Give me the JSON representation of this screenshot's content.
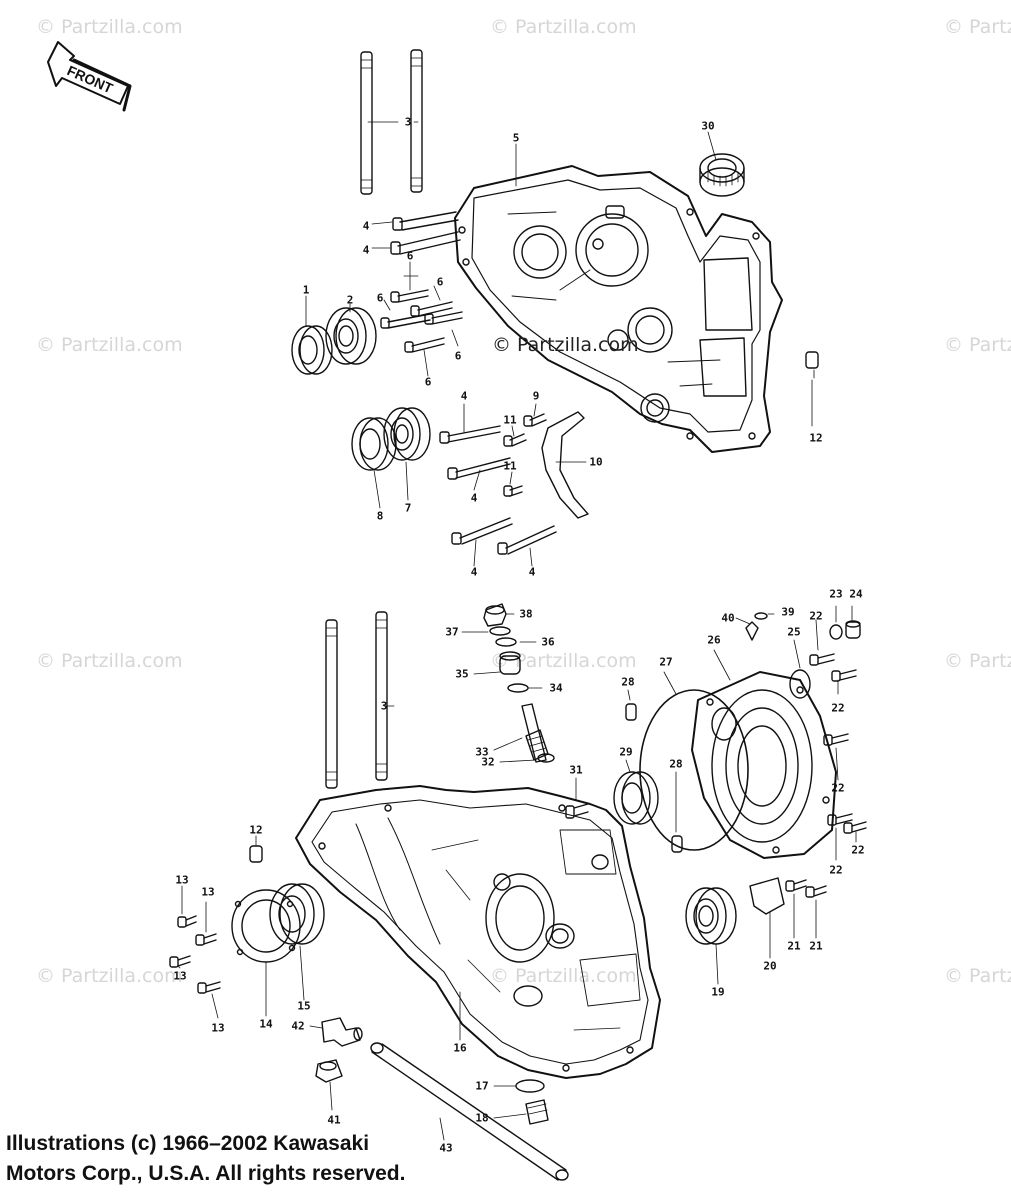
{
  "watermark": "© Partzilla.com",
  "watermark_center": "© Partzilla.com",
  "front_label": "FRONT",
  "copyright": {
    "line1": "Illustrations (c) 1966–2002 Kawasaki",
    "line2": "Motors Corp., U.S.A.  All rights reserved."
  },
  "callouts": [
    {
      "id": "c3a",
      "text": "3"
    },
    {
      "id": "c5",
      "text": "5"
    },
    {
      "id": "c30",
      "text": "30"
    },
    {
      "id": "c4a",
      "text": "4"
    },
    {
      "id": "c4b",
      "text": "4"
    },
    {
      "id": "c6a",
      "text": "6"
    },
    {
      "id": "c6b",
      "text": "6"
    },
    {
      "id": "c6c",
      "text": "6"
    },
    {
      "id": "c6d",
      "text": "6"
    },
    {
      "id": "c6e",
      "text": "6"
    },
    {
      "id": "c1",
      "text": "1"
    },
    {
      "id": "c2",
      "text": "2"
    },
    {
      "id": "c12a",
      "text": "12"
    },
    {
      "id": "c4c",
      "text": "4"
    },
    {
      "id": "c11a",
      "text": "11"
    },
    {
      "id": "c9",
      "text": "9"
    },
    {
      "id": "c10",
      "text": "10"
    },
    {
      "id": "c11b",
      "text": "11"
    },
    {
      "id": "c4d",
      "text": "4"
    },
    {
      "id": "c8",
      "text": "8"
    },
    {
      "id": "c7",
      "text": "7"
    },
    {
      "id": "c4e",
      "text": "4"
    },
    {
      "id": "c4f",
      "text": "4"
    },
    {
      "id": "c38",
      "text": "38"
    },
    {
      "id": "c37",
      "text": "37"
    },
    {
      "id": "c36",
      "text": "36"
    },
    {
      "id": "c35",
      "text": "35"
    },
    {
      "id": "c34",
      "text": "34"
    },
    {
      "id": "c33",
      "text": "33"
    },
    {
      "id": "c32",
      "text": "32"
    },
    {
      "id": "c31",
      "text": "31"
    },
    {
      "id": "c3b",
      "text": "3"
    },
    {
      "id": "c40",
      "text": "40"
    },
    {
      "id": "c39",
      "text": "39"
    },
    {
      "id": "c23",
      "text": "23"
    },
    {
      "id": "c24",
      "text": "24"
    },
    {
      "id": "c22a",
      "text": "22"
    },
    {
      "id": "c26",
      "text": "26"
    },
    {
      "id": "c25",
      "text": "25"
    },
    {
      "id": "c27",
      "text": "27"
    },
    {
      "id": "c28a",
      "text": "28"
    },
    {
      "id": "c22b",
      "text": "22"
    },
    {
      "id": "c29",
      "text": "29"
    },
    {
      "id": "c28b",
      "text": "28"
    },
    {
      "id": "c22c",
      "text": "22"
    },
    {
      "id": "c22d",
      "text": "22"
    },
    {
      "id": "c22e",
      "text": "22"
    },
    {
      "id": "c12b",
      "text": "12"
    },
    {
      "id": "c13a",
      "text": "13"
    },
    {
      "id": "c13b",
      "text": "13"
    },
    {
      "id": "c13c",
      "text": "13"
    },
    {
      "id": "c13d",
      "text": "13"
    },
    {
      "id": "c14",
      "text": "14"
    },
    {
      "id": "c15",
      "text": "15"
    },
    {
      "id": "c42",
      "text": "42"
    },
    {
      "id": "c16",
      "text": "16"
    },
    {
      "id": "c17",
      "text": "17"
    },
    {
      "id": "c18",
      "text": "18"
    },
    {
      "id": "c41",
      "text": "41"
    },
    {
      "id": "c43",
      "text": "43"
    },
    {
      "id": "c19",
      "text": "19"
    },
    {
      "id": "c20",
      "text": "20"
    },
    {
      "id": "c21a",
      "text": "21"
    },
    {
      "id": "c21b",
      "text": "21"
    }
  ]
}
